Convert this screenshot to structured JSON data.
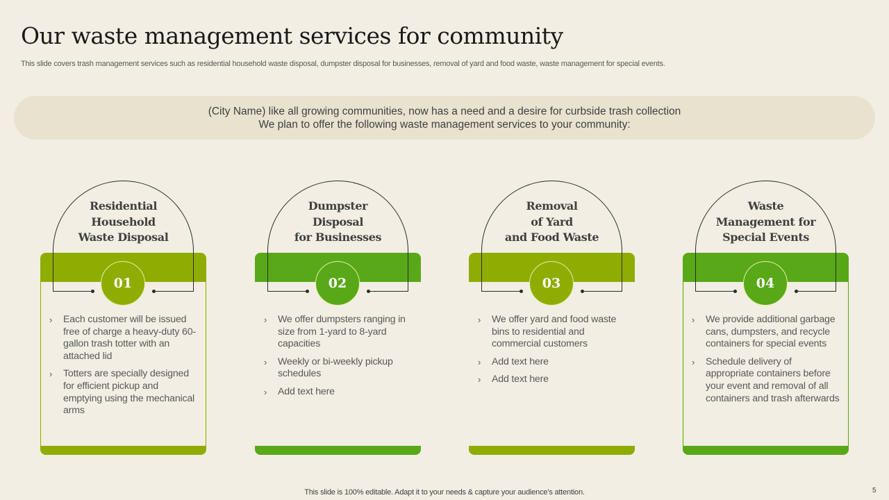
{
  "slide": {
    "title": "Our waste management services for community",
    "subtitle": "This slide covers trash management services such as residential household waste disposal, dumpster disposal for businesses, removal of yard  and food waste, waste management for special events.",
    "banner": {
      "line1": "(City Name) like all growing communities,  now has a need and a desire for curbside trash collection",
      "line2": "We plan to offer the following  waste management services to your  community:"
    },
    "colors": {
      "background": "#f2eee3",
      "banner": "#e8e2cf",
      "olive": "#8fac02",
      "green": "#58a818"
    },
    "cards": [
      {
        "number": "01",
        "title_lines": [
          "Residential",
          "Household",
          "Waste Disposal"
        ],
        "color": "#8fac02",
        "bordered": true,
        "bullets": [
          "Each customer will be issued free of charge a heavy-duty 60-gallon trash totter with an attached lid",
          "Totters are specially designed for efficient pickup and emptying using the mechanical arms"
        ]
      },
      {
        "number": "02",
        "title_lines": [
          "Dumpster",
          "Disposal",
          "for Businesses"
        ],
        "color": "#58a818",
        "bordered": false,
        "bullets": [
          "We offer dumpsters ranging in size from 1-yard to 8-yard capacities",
          "Weekly or bi-weekly pickup schedules",
          "Add text here"
        ]
      },
      {
        "number": "03",
        "title_lines": [
          "Removal",
          "of Yard",
          "and Food Waste"
        ],
        "color": "#8fac02",
        "bordered": false,
        "bullets": [
          "We offer yard and food waste bins to residential and commercial customers",
          "Add text here",
          "Add text here"
        ]
      },
      {
        "number": "04",
        "title_lines": [
          "Waste",
          "Management for",
          "Special Events"
        ],
        "color": "#58a818",
        "bordered": true,
        "bullets": [
          "We provide additional garbage cans, dumpsters, and recycle containers for special events",
          "Schedule delivery of appropriate containers before your event and removal of all containers and trash afterwards"
        ]
      }
    ],
    "bullet_icon": "›",
    "footer": "This slide is 100% editable. Adapt it to your needs & capture your audience’s attention.",
    "page_number": "5"
  }
}
